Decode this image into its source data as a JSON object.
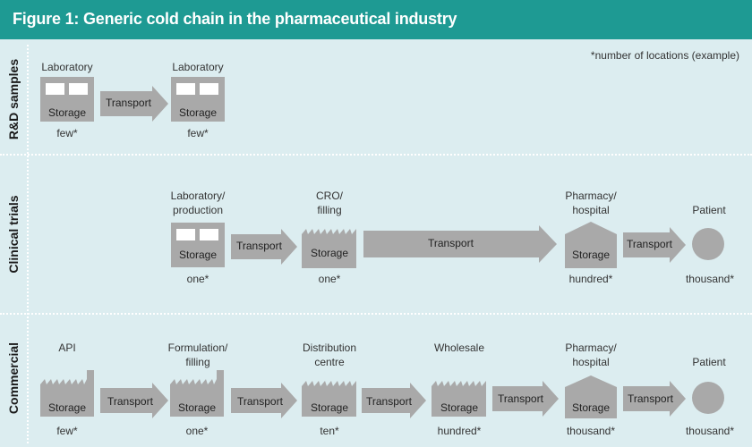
{
  "title": "Figure 1: Generic cold chain in the pharmaceutical industry",
  "note": "*number of locations (example)",
  "rows": {
    "rd": "R&D samples",
    "clinical": "Clinical trials",
    "commercial": "Commercial"
  },
  "storage_label": "Storage",
  "transport_label": "Transport",
  "rd_nodes": [
    {
      "name": "Laboratory",
      "count": "few*"
    },
    {
      "name": "Laboratory",
      "count": "few*"
    }
  ],
  "clinical_nodes": [
    {
      "name_line1": "Laboratory/",
      "name_line2": "production",
      "count": "one*"
    },
    {
      "name_line1": "CRO/",
      "name_line2": "filling",
      "count": "one*"
    },
    {
      "name_line1": "Pharmacy/",
      "name_line2": "hospital",
      "count": "hundred*"
    },
    {
      "name_line1": "Patient",
      "name_line2": "",
      "count": "thousand*"
    }
  ],
  "commercial_nodes": [
    {
      "name_line1": "API",
      "name_line2": "",
      "count": "few*"
    },
    {
      "name_line1": "Formulation/",
      "name_line2": "filling",
      "count": "one*"
    },
    {
      "name_line1": "Distribution",
      "name_line2": "centre",
      "count": "ten*"
    },
    {
      "name_line1": "Wholesale",
      "name_line2": "",
      "count": "hundred*"
    },
    {
      "name_line1": "Pharmacy/",
      "name_line2": "hospital",
      "count": "thousand*"
    },
    {
      "name_line1": "Patient",
      "name_line2": "",
      "count": "thousand*"
    }
  ],
  "colors": {
    "header": "#1e9a93",
    "panel": "#dcedf0",
    "shape": "#a9a9a9"
  }
}
